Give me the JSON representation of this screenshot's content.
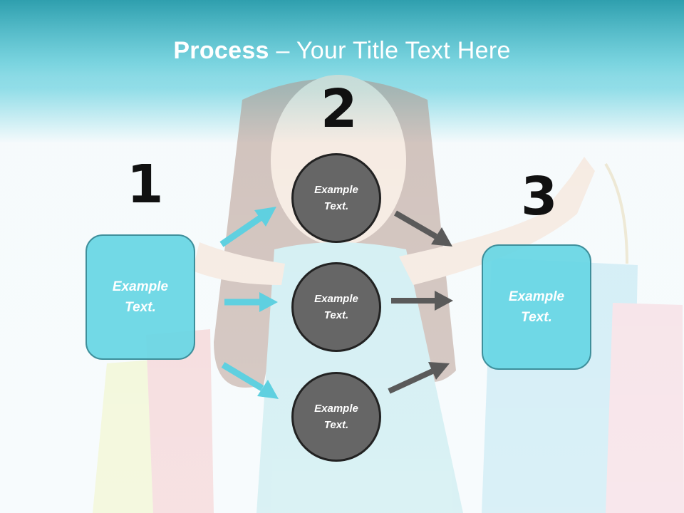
{
  "slide": {
    "title_bold": "Process",
    "title_rest": " – Your Title Text Here"
  },
  "steps": {
    "step1": {
      "number": "1",
      "text_line1": "Example",
      "text_line2": "Text."
    },
    "step2": {
      "number": "2",
      "circles": [
        {
          "text_line1": "Example",
          "text_line2": "Text."
        },
        {
          "text_line1": "Example",
          "text_line2": "Text."
        },
        {
          "text_line1": "Example",
          "text_line2": "Text."
        }
      ]
    },
    "step3": {
      "number": "3",
      "text_line1": "Example",
      "text_line2": "Text."
    }
  },
  "colors": {
    "header_teal": "#45c3d3",
    "box_fill": "#66d6e4",
    "cyan_arrow": "#5fd0e0",
    "gray_arrow": "#5a5a5a",
    "circle_fill": "#666666"
  },
  "background": "photo-woman-with-shopping-bags"
}
